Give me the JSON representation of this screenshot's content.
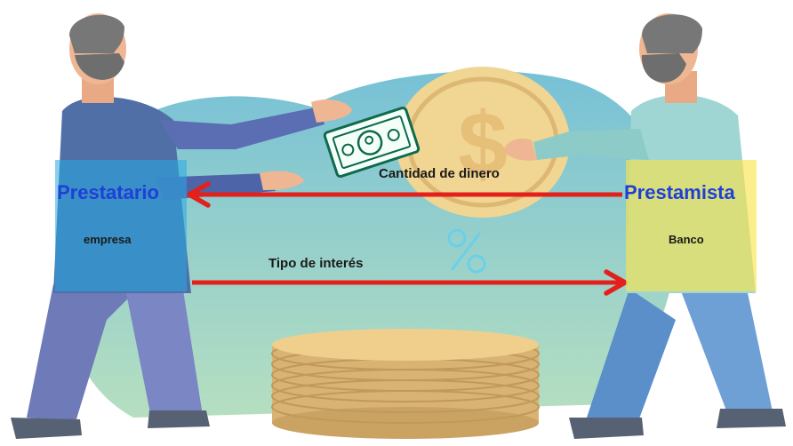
{
  "diagram": {
    "borrower": {
      "title": "Prestatario",
      "subtitle": "empresa"
    },
    "lender": {
      "title": "Prestamista",
      "subtitle": "Banco"
    },
    "flows": [
      {
        "label": "Cantidad de dinero",
        "direction": "lender-to-borrower"
      },
      {
        "label": "Tipo de interés",
        "direction": "borrower-to-lender"
      }
    ],
    "icons": [
      "dollar-coin-icon",
      "banknote-icon",
      "percent-icon",
      "coin-stack-icon"
    ],
    "colors": {
      "arrow": "#e3201b",
      "title_text": "#1f3fd6",
      "borrower_box": "#28aae1",
      "lender_box": "#fae446",
      "blob_teal": "#7cc6c9",
      "coin_gold": "#e9c77e"
    }
  }
}
